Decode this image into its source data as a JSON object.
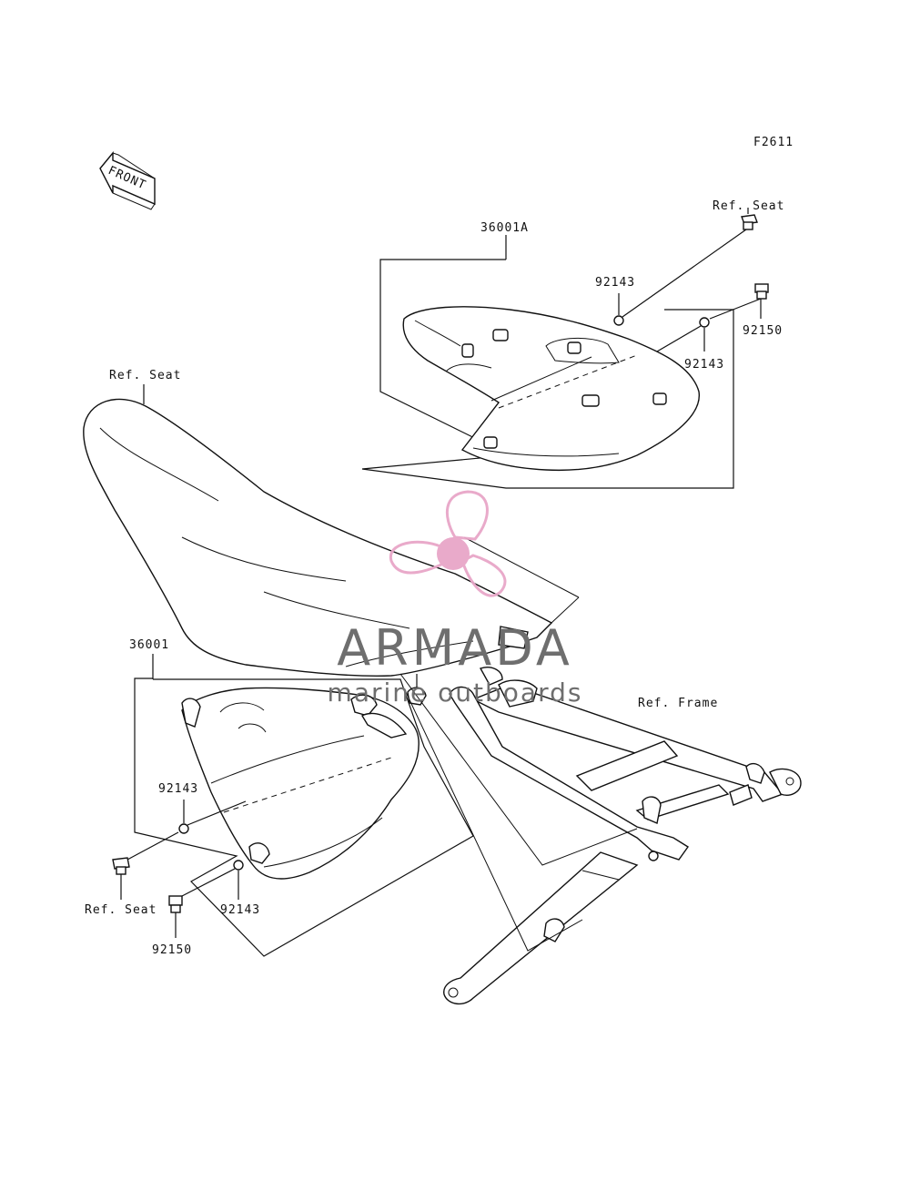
{
  "figure_code": "F2611",
  "front_label": "FRONT",
  "callouts": {
    "ref_seat_top": "Ref. Seat",
    "part_36001A": "36001A",
    "part_92143_top_a": "92143",
    "part_92143_top_b": "92143",
    "part_92150_top": "92150",
    "ref_seat_mid": "Ref. Seat",
    "part_36001": "36001",
    "ref_frame": "Ref. Frame",
    "part_92143_bottom_a": "92143",
    "part_92143_bottom_b": "92143",
    "ref_seat_bottom": "Ref. Seat",
    "part_92150_bottom": "92150"
  },
  "watermark": {
    "brand": "ARMADA",
    "tagline": "marine outboards",
    "logo_color": "#e8a6c8",
    "text_color": "#6e6e6e"
  }
}
